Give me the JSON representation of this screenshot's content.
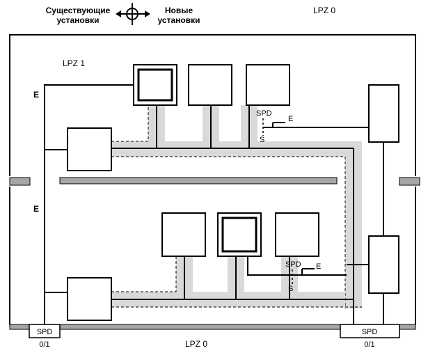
{
  "legend": {
    "existing_line1": "Существующие",
    "existing_line2": "установки",
    "new_line1": "Новые",
    "new_line2": "установки"
  },
  "zones": {
    "outer_top": "LPZ 0",
    "outer_bottom": "LPZ 0",
    "inner": "LPZ 1"
  },
  "labels": {
    "earth_upper": "E",
    "earth_lower": "E",
    "spd_upper": "SPD",
    "spd_upper_e": "E",
    "spd_upper_s": "S",
    "spd_lower": "SPD",
    "spd_lower_e": "E",
    "spd_lower_s": "S",
    "spd_left": "SPD",
    "spd_left_class": "0/1",
    "spd_right": "SPD",
    "spd_right_class": "0/1"
  },
  "colors": {
    "cable_duct": "#d9d9d9",
    "ground_bar": "#a6a6a6",
    "line": "#000000"
  }
}
